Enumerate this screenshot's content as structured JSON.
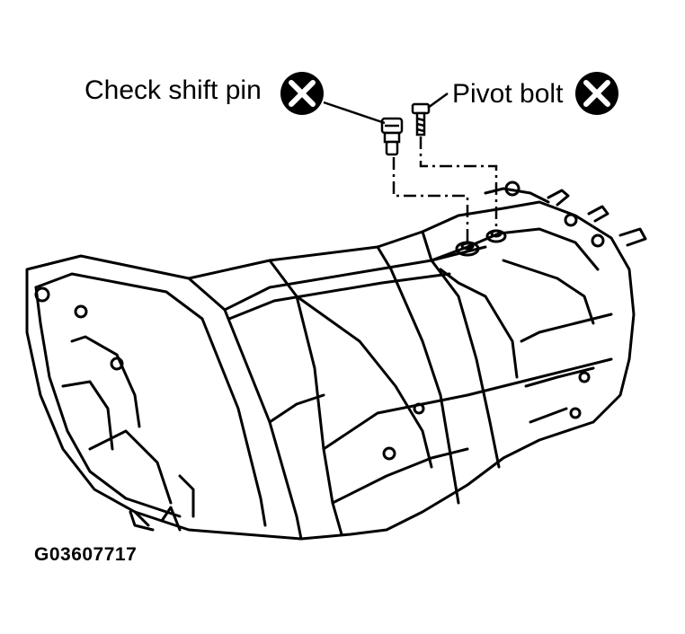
{
  "labels": {
    "check_shift_pin": "Check shift pin",
    "pivot_bolt": "Pivot bolt"
  },
  "badges": {
    "pin_badge_icon": "do-not-reuse-x-icon",
    "bolt_badge_icon": "do-not-reuse-x-icon"
  },
  "figure_id": "G03607717",
  "colors": {
    "line": "#000000",
    "background": "#ffffff"
  }
}
